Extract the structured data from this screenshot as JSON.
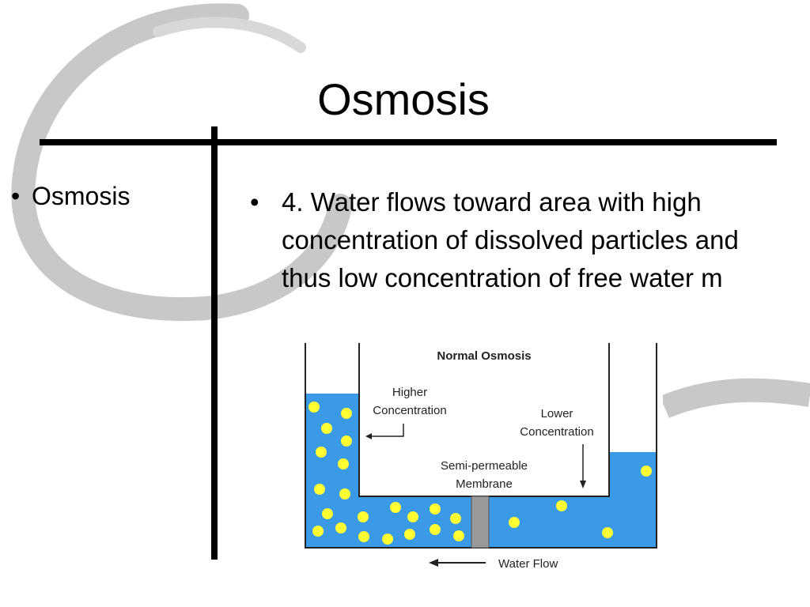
{
  "slide": {
    "title": "Osmosis",
    "left_bullet": "Osmosis",
    "right_bullet": "4.  Water flows toward area with high concentration of dissolved particles and thus low concentration of free water m",
    "bullet_char": "•"
  },
  "diagram": {
    "title": "Normal Osmosis",
    "higher_line1": "Higher",
    "higher_line2": "Concentration",
    "lower_line1": "Lower",
    "lower_line2": "Concentration",
    "membrane_line1": "Semi-permeable",
    "membrane_line2": "Membrane",
    "flow_label": "Water Flow"
  },
  "colors": {
    "water": "#3a9ae8",
    "particle": "#ffff33",
    "swirl": "#c8c8c8",
    "membrane": "#999999"
  }
}
